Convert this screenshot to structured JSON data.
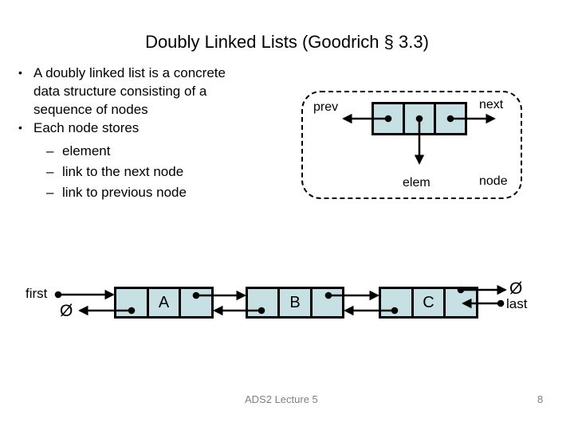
{
  "slide": {
    "title": "Doubly Linked Lists (Goodrich § 3.3)"
  },
  "footer": {
    "text": "ADS2 Lecture 5",
    "page": "8"
  },
  "markers": {
    "level1": "•",
    "level2": "–"
  },
  "bullets": [
    {
      "lines": [
        "A doubly linked list is a concrete",
        "data structure consisting of a",
        "sequence of nodes"
      ]
    },
    {
      "lines": [
        "Each node stores"
      ]
    }
  ],
  "sub_bullets": [
    "element",
    "link to the next node",
    "link to previous node"
  ],
  "node_diagram": {
    "prev_label": "prev",
    "next_label": "next",
    "elem_label": "elem",
    "node_label": "node"
  },
  "list_diagram": {
    "first_label": "first",
    "last_label": "last",
    "null_symbol": "Ø",
    "nodes": [
      "A",
      "B",
      "C"
    ]
  },
  "colors": {
    "background": "#ffffff",
    "text": "#000000",
    "cell_fill": "#c6e0e4",
    "diagram_line": "#000000",
    "footer_text": "#808080"
  }
}
